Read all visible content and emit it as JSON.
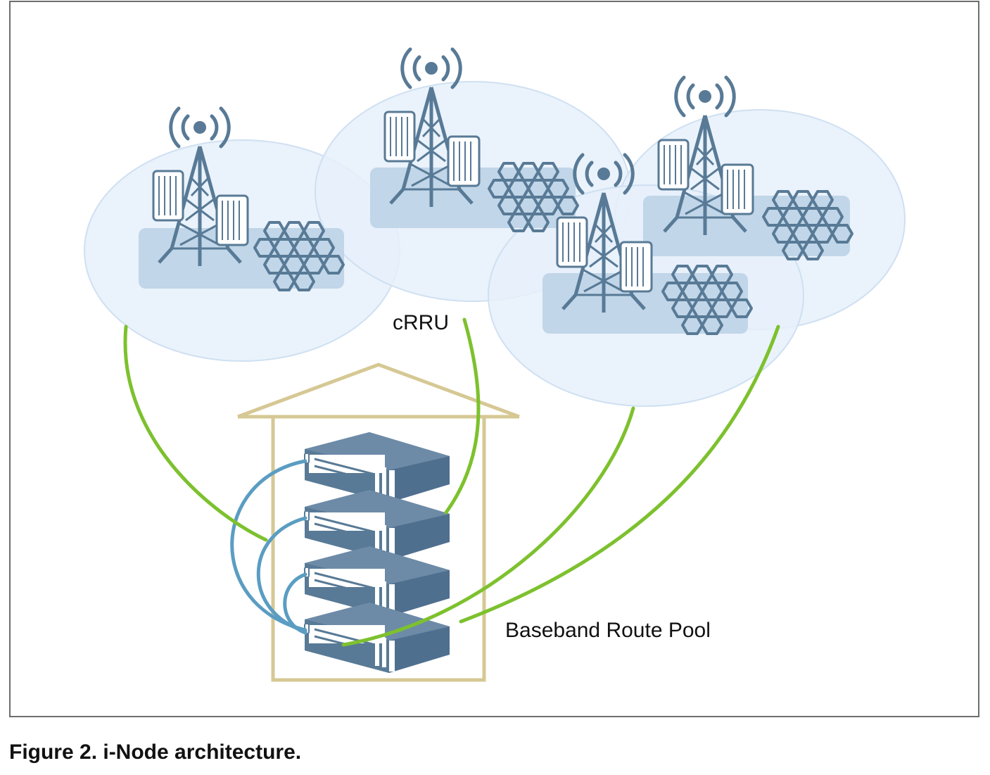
{
  "labels": {
    "crru": "cRRU",
    "pool": "Baseband Route Pool"
  },
  "caption": "Figure 2. i-Node architecture.",
  "colors": {
    "frame": "#6e6e6e",
    "coverage_fill": "#e6f0fa",
    "coverage_stroke": "#cfe0f2",
    "ground_pad": "#bcd3e6",
    "tower": "#587a96",
    "hex_grid": "#587a96",
    "server": "#4f6f8f",
    "fiber_link": "#7dc12e",
    "interconnect_cable": "#5b9dc2",
    "building": "#d6c894"
  },
  "icons": {
    "tower": "cell-tower-icon",
    "hexagon_grid": "hexagon-cell-grid-icon",
    "server": "baseband-server-icon",
    "building": "building-outline-icon"
  }
}
